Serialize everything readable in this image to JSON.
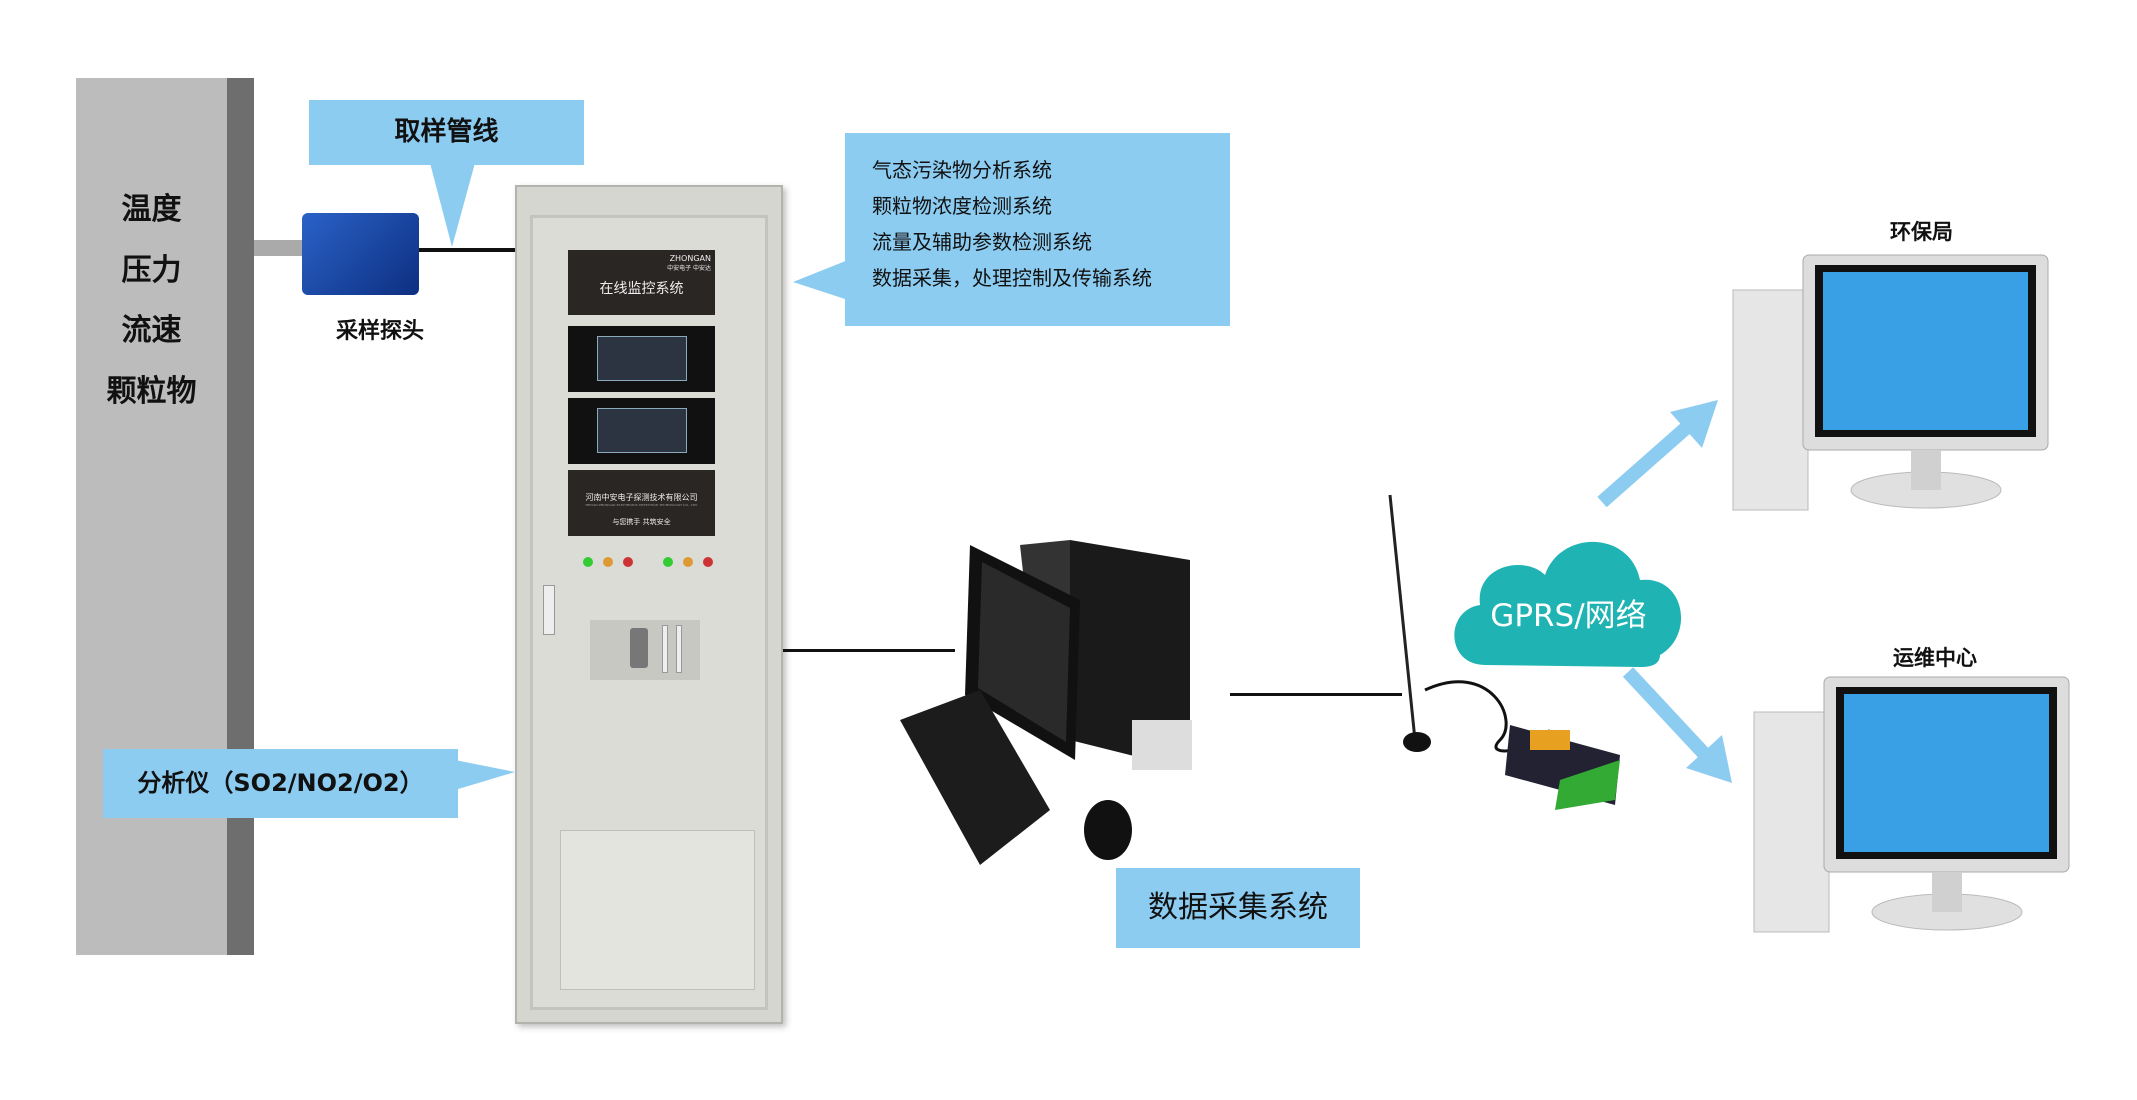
{
  "wall": {
    "labels": [
      "温度",
      "压力",
      "流速",
      "颗粒物"
    ]
  },
  "sampling_line": {
    "label": "取样管线"
  },
  "probe": {
    "label": "采样探头"
  },
  "systems_box": {
    "items": [
      "气态污染物分析系统",
      "颗粒物浓度检测系统",
      "流量及辅助参数检测系统",
      "数据采集，处理控制及传输系统"
    ]
  },
  "analyzer": {
    "label": "分析仪（SO2/NO2/O2）"
  },
  "cabinet": {
    "brand": "ZHONGAN",
    "brand_sub": "中安电子 中安达",
    "title": "在线监控系统",
    "company": "河南中安电子探测技术有限公司",
    "company_en": "HENAN ZHONGAN ELECTRONIC DETECTION TECHNOLOGY CO., LTD.",
    "slogan": "与您携手 共筑安全"
  },
  "data_acquisition": {
    "label": "数据采集系统"
  },
  "cloud": {
    "label": "GPRS/网络"
  },
  "endpoints": [
    {
      "label": "环保局"
    },
    {
      "label": "运维中心"
    }
  ],
  "colors": {
    "callout": "#8dccf1",
    "cloud": "#1fb3b3",
    "arrow": "#8dccf1"
  }
}
